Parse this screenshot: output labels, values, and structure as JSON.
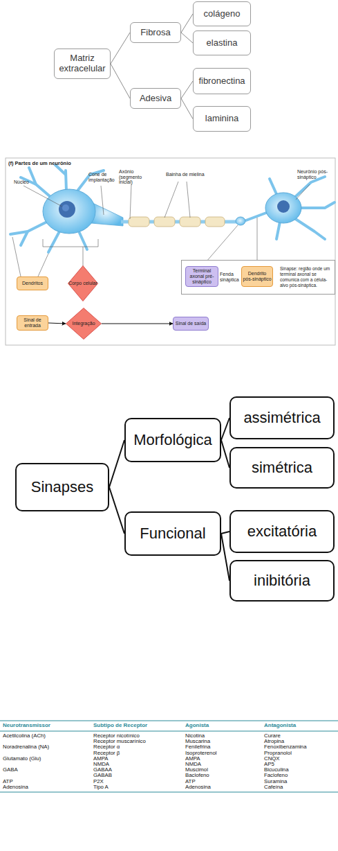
{
  "diagram": {
    "nodes": [
      {
        "text": [
          "Matriz extracelular"
        ]
      },
      {
        "text": [
          "Fibrosa"
        ]
      },
      {
        "text": [
          "colágeno"
        ]
      },
      {
        "text": [
          "elastina"
        ]
      },
      {
        "text": [
          "Adesiva"
        ]
      },
      {
        "text": [
          "fibronectina"
        ]
      },
      {
        "text": [
          "laminina"
        ]
      },
      {
        "text": [
          "Dendritos"
        ]
      },
      {
        "text": [
          "Corpo celular"
        ]
      },
      {
        "text": [
          "Sinapse: região onde um terminal axonal se comunica com a célula-alvo pós-sináptica."
        ]
      },
      {
        "text": [
          "Terminal axonal pré-sináptico"
        ],
        "in": 9
      },
      {
        "text": [
          "Dendrito pós-sináptico"
        ],
        "in": 9
      },
      {
        "text": [
          "Sinal de entrada"
        ]
      },
      {
        "text": [
          "Integração"
        ]
      },
      {
        "text": [
          "Sinal de saída"
        ]
      },
      {
        "text": [
          "Sinapses"
        ]
      },
      {
        "text": [
          "Morfológica"
        ]
      },
      {
        "text": [
          "assimétrica"
        ]
      },
      {
        "text": [
          "simétrica"
        ]
      },
      {
        "text": [
          "Funcional"
        ]
      },
      {
        "text": [
          "excitatória"
        ]
      },
      {
        "text": [
          "inibitória"
        ]
      }
    ],
    "edges": [
      {
        "from": 0,
        "to": 1,
        "arrow": "none"
      },
      {
        "from": 1,
        "to": 2,
        "arrow": "none"
      },
      {
        "from": 1,
        "to": 3,
        "arrow": "none"
      },
      {
        "from": 0,
        "to": 4,
        "arrow": "none"
      },
      {
        "from": 4,
        "to": 5,
        "arrow": "none"
      },
      {
        "from": 4,
        "to": 6,
        "arrow": "none"
      },
      {
        "from": 12,
        "to": 13,
        "arrow": "to"
      },
      {
        "from": 13,
        "to": 14,
        "arrow": "to"
      },
      {
        "from": 15,
        "to": 16,
        "arrow": "none"
      },
      {
        "from": 16,
        "to": 17,
        "arrow": "none"
      },
      {
        "from": 16,
        "to": 18,
        "arrow": "none"
      },
      {
        "from": 15,
        "to": 19,
        "arrow": "none"
      },
      {
        "from": 19,
        "to": 20,
        "arrow": "none"
      },
      {
        "from": 19,
        "to": 21,
        "arrow": "none"
      }
    ],
    "labels": [
      "(f) Partes de um neurônio",
      "Núcleo",
      "Cone de implantação",
      "Axônio (segmento inicial)",
      "Bainha de mielina",
      "Neurônio pós-sináptico",
      "Fenda sináptica",
      "Neurotransmissor",
      "Subtipo de Receptor",
      "Agonista",
      "Antagonista",
      "Acetilcolina (ACh)",
      "Receptor nicotínico",
      "Nicotina",
      "Curare",
      "Receptor muscarínico",
      "Muscarina",
      "Atropina",
      "Noradrenalina (NA)",
      "Receptor α",
      "Fenilefrina",
      "Fenoxibenzamina",
      "Receptor β",
      "Isoproterenol",
      "Propranolol",
      "Glutamato (Glu)",
      "AMPA",
      "AMPA",
      "CNQX",
      "NMDA",
      "NMDA",
      "AP5",
      "GABA",
      "GABAA",
      "Muscimol",
      "Bicuculina",
      "GABAB",
      "Baclofeno",
      "Faclofeno",
      "ATP",
      "P2X",
      "ATP",
      "Suramina",
      "Adenosina",
      "Tipo A",
      "Adenosina",
      "Cafeína"
    ]
  }
}
